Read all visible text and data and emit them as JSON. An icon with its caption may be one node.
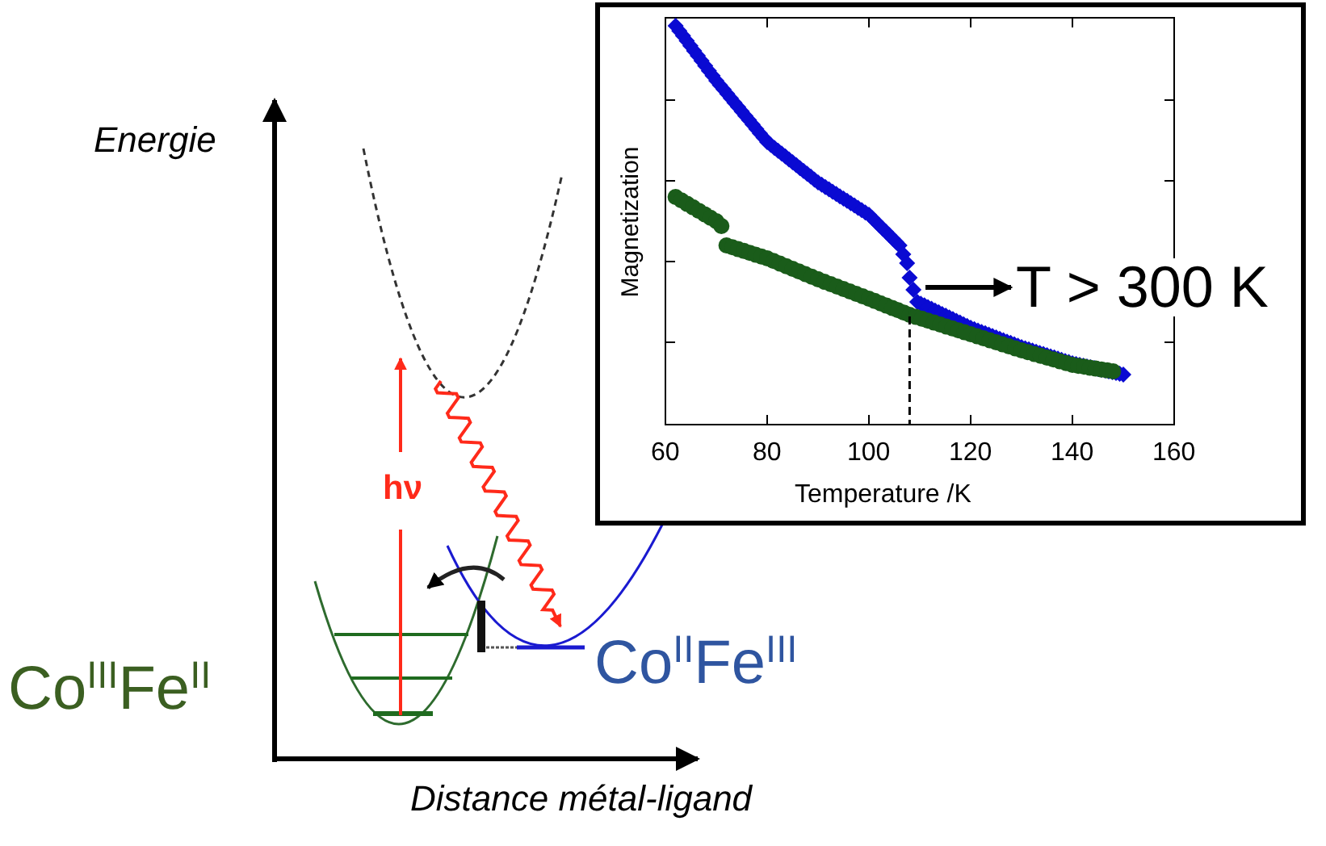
{
  "diagram": {
    "labels": [
      "Energie",
      "hν",
      "Co$^{III}$Fe$^{II}$",
      "Co$^{II}$Fe$^{III}$",
      "Distance métal-ligand",
      "Magnetization",
      "60",
      "80",
      "100",
      "120",
      "140",
      "160",
      "Temperature /K",
      "T > 300 K"
    ]
  }
}
